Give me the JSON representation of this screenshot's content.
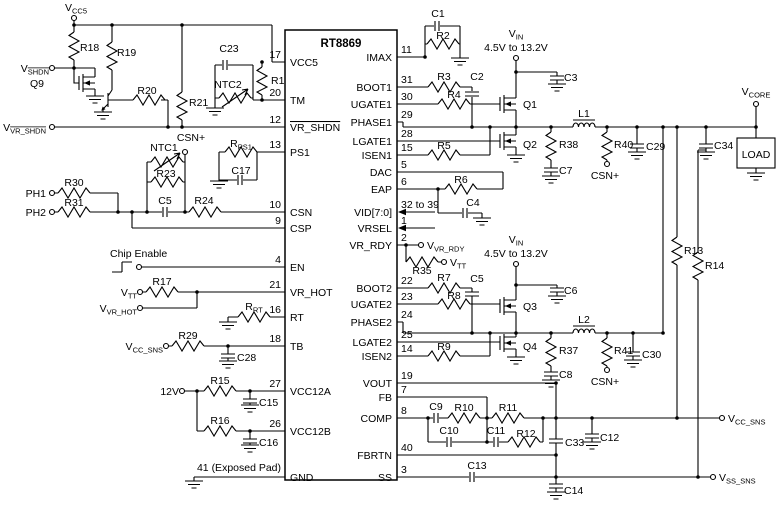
{
  "ic": {
    "name": "RT8869",
    "left_pins": [
      {
        "num": "17",
        "label": "VCC5"
      },
      {
        "num": "20",
        "label": "TM"
      },
      {
        "num": "12",
        "label": "VR_SHDN",
        "overline": true
      },
      {
        "num": "13",
        "label": "PS1"
      },
      {
        "num": "10",
        "label": "CSN"
      },
      {
        "num": "9",
        "label": "CSP"
      },
      {
        "num": "4",
        "label": "EN"
      },
      {
        "num": "21",
        "label": "VR_HOT"
      },
      {
        "num": "16",
        "label": "RT"
      },
      {
        "num": "18",
        "label": "TB"
      },
      {
        "num": "27",
        "label": "VCC12A"
      },
      {
        "num": "26",
        "label": "VCC12B"
      },
      {
        "num": "",
        "label": "GND"
      }
    ],
    "right_pins": [
      {
        "num": "11",
        "label": "IMAX"
      },
      {
        "num": "31",
        "label": "BOOT1"
      },
      {
        "num": "30",
        "label": "UGATE1"
      },
      {
        "num": "29",
        "label": "PHASE1"
      },
      {
        "num": "28",
        "label": "LGATE1"
      },
      {
        "num": "15",
        "label": "ISEN1"
      },
      {
        "num": "5",
        "label": "DAC"
      },
      {
        "num": "6",
        "label": "EAP"
      },
      {
        "num": "32 to 39",
        "label": "VID[7:0]"
      },
      {
        "num": "1",
        "label": "VRSEL"
      },
      {
        "num": "2",
        "label": "VR_RDY"
      },
      {
        "num": "22",
        "label": "BOOT2"
      },
      {
        "num": "23",
        "label": "UGATE2"
      },
      {
        "num": "24",
        "label": "PHASE2"
      },
      {
        "num": "25",
        "label": "LGATE2"
      },
      {
        "num": "14",
        "label": "ISEN2"
      },
      {
        "num": "19",
        "label": "VOUT"
      },
      {
        "num": "7",
        "label": "FB"
      },
      {
        "num": "8",
        "label": "COMP"
      },
      {
        "num": "40",
        "label": "FBRTN"
      },
      {
        "num": "3",
        "label": "SS"
      }
    ]
  },
  "parts": {
    "R1": "R1",
    "R2": "R2",
    "R3": "R3",
    "R4": "R4",
    "R5": "R5",
    "R6": "R6",
    "R7": "R7",
    "R8": "R8",
    "R9": "R9",
    "R10": "R10",
    "R11": "R11",
    "R12": "R12",
    "R13": "R13",
    "R14": "R14",
    "R15": "R15",
    "R16": "R16",
    "R17": "R17",
    "R18": "R18",
    "R19": "R19",
    "R20": "R20",
    "R21": "R21",
    "R23": "R23",
    "R24": "R24",
    "R29": "R29",
    "R30": "R30",
    "R31": "R31",
    "R35": "R35",
    "R37": "R37",
    "R38": "R38",
    "R40": "R40",
    "R41": "R41",
    "C1": "C1",
    "C2": "C2",
    "C3": "C3",
    "C4": "C4",
    "C5": "C5",
    "C6": "C6",
    "C7": "C7",
    "C8": "C8",
    "C9": "C9",
    "C10": "C10",
    "C11": "C11",
    "C12": "C12",
    "C13": "C13",
    "C14": "C14",
    "C15": "C15",
    "C16": "C16",
    "C17": "C17",
    "C23": "C23",
    "C28": "C28",
    "C29": "C29",
    "C30": "C30",
    "C33": "C33",
    "C34": "C34",
    "L1": "L1",
    "L2": "L2",
    "Q1": "Q1",
    "Q2": "Q2",
    "Q3": "Q3",
    "Q4": "Q4",
    "Q9": "Q9",
    "NTC1": "NTC1",
    "NTC2": "NTC2",
    "CSN_PLUS": "CSN+"
  },
  "parts_sub": {
    "rps1": {
      "main": "R",
      "sub": "PS1"
    },
    "rrt": {
      "main": "R",
      "sub": "RT"
    }
  },
  "terminals": {
    "vcc5": {
      "main": "V",
      "sub": "CC5"
    },
    "vshdn": {
      "main": "V",
      "sub": "SHDN"
    },
    "vvr_shdn": {
      "main": "V",
      "sub": "VR_SHDN"
    },
    "ph1": "PH1",
    "ph2": "PH2",
    "chip_enable": "Chip Enable",
    "vtt": {
      "main": "V",
      "sub": "TT"
    },
    "vvr_hot": {
      "main": "V",
      "sub": "VR_HOT"
    },
    "vcc_sns": {
      "main": "V",
      "sub": "CC_SNS"
    },
    "v12": "12V",
    "vin": {
      "main": "V",
      "sub": "IN",
      "range": "4.5V to 13.2V"
    },
    "vvr_rdy": {
      "main": "V",
      "sub": "VR_RDY"
    },
    "vcore": {
      "main": "V",
      "sub": "CORE"
    },
    "vss_sns": {
      "main": "V",
      "sub": "SS_SNS"
    },
    "load": "LOAD",
    "exposed_pad": "41 (Exposed Pad)"
  }
}
